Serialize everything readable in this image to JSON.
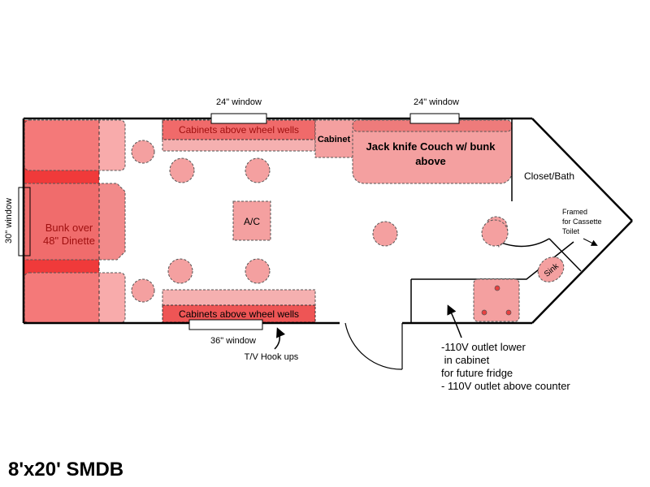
{
  "title": "8'x20' SMDB",
  "labels": {
    "window_top_left": "24\" window",
    "window_top_right": "24\" window",
    "window_left": "30\" window",
    "window_bottom": "36\" window",
    "cabinets_top": "Cabinets above wheel wells",
    "cabinets_bottom": "Cabinets above wheel wells",
    "cabinet": "Cabinet",
    "couch_line1": "Jack knife Couch w/ bunk",
    "couch_line2": "above",
    "bunk_line1": "Bunk over",
    "bunk_line2": "48\" Dinette",
    "ac": "A/C",
    "closet": "Closet/Bath",
    "toilet_line1": "Framed",
    "toilet_line2": "for Cassette",
    "toilet_line3": "Toilet",
    "sink": "Sink",
    "tv": "T/V Hook ups",
    "outlet_line1": "-110V outlet lower",
    "outlet_line2": " in cabinet",
    "outlet_line3": "for future fridge",
    "outlet_line4": "- 110V outlet above counter"
  },
  "colors": {
    "bunk": "#f03a3a",
    "furniture": "#f4a0a0",
    "cabinet_strong": "#ee5555",
    "wall": "#000000"
  }
}
